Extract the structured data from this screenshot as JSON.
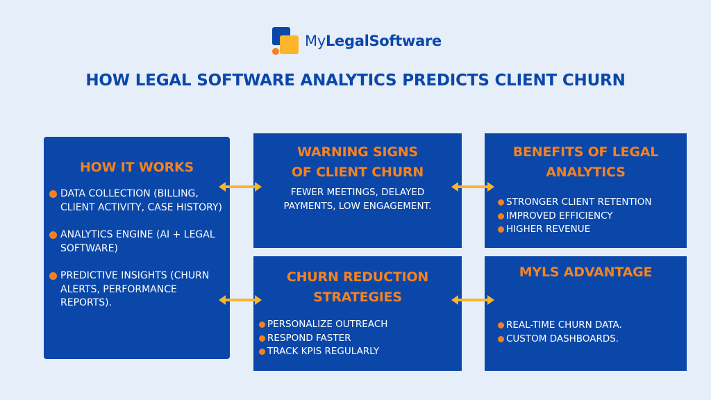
{
  "logo": {
    "text_regular": "My",
    "text_bold": "LegalSoftware",
    "colors": {
      "blue": "#0a47a9",
      "yellow": "#fbb52b",
      "orange": "#f58220"
    }
  },
  "title": "HOW LEGAL SOFTWARE ANALYTICS PREDICTS CLIENT CHURN",
  "colors": {
    "background": "#e6eefa",
    "box": "#0a47a9",
    "heading": "#f58220",
    "arrow": "#fbb52b",
    "body_text": "#ffffff"
  },
  "boxes": {
    "how_it_works": {
      "title": "HOW IT WORKS",
      "bullets": [
        "DATA COLLECTION (BILLING, CLIENT ACTIVITY, CASE HISTORY)",
        "ANALYTICS ENGINE (AI + LEGAL SOFTWARE)",
        "PREDICTIVE INSIGHTS (CHURN ALERTS, PERFORMANCE REPORTS)."
      ]
    },
    "warning_signs": {
      "title_line1": "WARNING SIGNS",
      "title_line2": "OF CLIENT CHURN",
      "description": "FEWER MEETINGS, DELAYED PAYMENTS, LOW ENGAGEMENT."
    },
    "benefits": {
      "title_line1": "BENEFITS OF LEGAL",
      "title_line2": "ANALYTICS",
      "bullets": [
        "STRONGER CLIENT RETENTION",
        "IMPROVED EFFICIENCY",
        "HIGHER REVENUE"
      ]
    },
    "churn_reduction": {
      "title_line1": "CHURN REDUCTION",
      "title_line2": "STRATEGIES",
      "bullets": [
        "PERSONALIZE OUTREACH",
        "RESPOND FASTER",
        "TRACK KPIS REGULARLY"
      ]
    },
    "myls_advantage": {
      "title": "MYLS ADVANTAGE",
      "bullets": [
        "REAL-TIME CHURN DATA.",
        "CUSTOM DASHBOARDS."
      ]
    }
  },
  "connectors": [
    {
      "from": "how_it_works",
      "to": "warning_signs",
      "type": "double-arrow"
    },
    {
      "from": "how_it_works",
      "to": "churn_reduction",
      "type": "double-arrow"
    },
    {
      "from": "warning_signs",
      "to": "benefits",
      "type": "double-arrow"
    },
    {
      "from": "churn_reduction",
      "to": "myls_advantage",
      "type": "double-arrow"
    }
  ]
}
